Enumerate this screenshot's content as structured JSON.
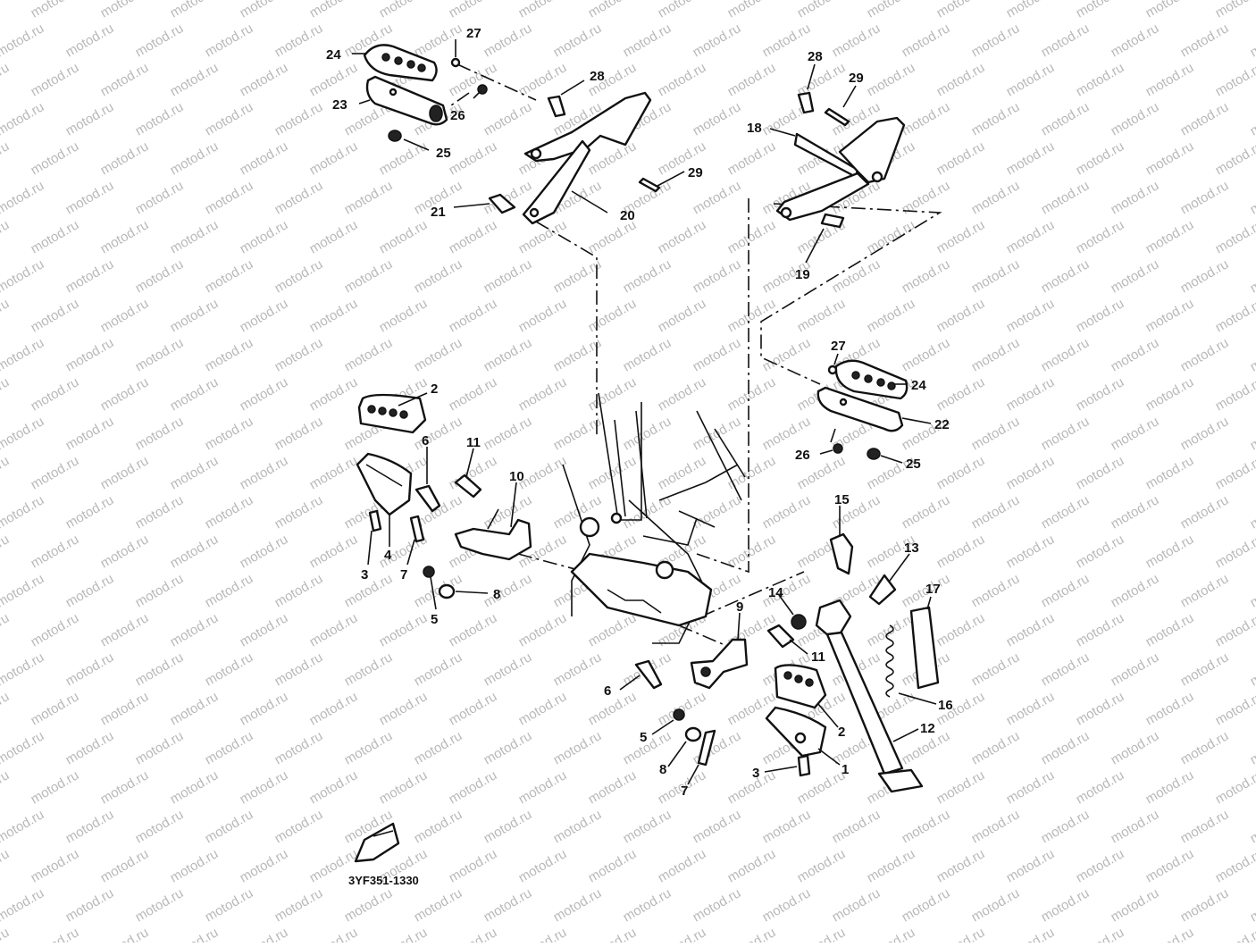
{
  "watermark": "motod.ru",
  "diagram_code": "3YF351-1330",
  "callouts": {
    "c24a": "24",
    "c27a": "27",
    "c23": "23",
    "c26a": "26",
    "c25a": "25",
    "c28a": "28",
    "c29a": "29",
    "c21": "21",
    "c20": "20",
    "c28b": "28",
    "c29b": "29",
    "c18": "18",
    "c19": "19",
    "c27b": "27",
    "c24b": "24",
    "c22": "22",
    "c26b": "26",
    "c25b": "25",
    "c2a": "2",
    "c6a": "6",
    "c11a": "11",
    "c10": "10",
    "c3a": "3",
    "c4": "4",
    "c7a": "7",
    "c5a": "5",
    "c8a": "8",
    "c15": "15",
    "c13": "13",
    "c17": "17",
    "c14": "14",
    "c9": "9",
    "c11b": "11",
    "c16": "16",
    "c6b": "6",
    "c2b": "2",
    "c12": "12",
    "c5b": "5",
    "c8b": "8",
    "c7b": "7",
    "c3b": "3",
    "c1": "1"
  }
}
